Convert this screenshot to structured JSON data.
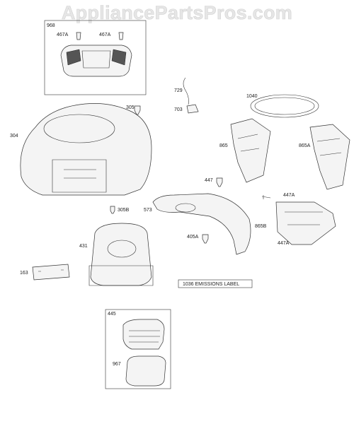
{
  "watermark": "AppliancePartsPros.com",
  "labels": {
    "p968": "968",
    "p467a_left": "467A",
    "p467a_right": "467A",
    "p729": "729",
    "p703": "703",
    "p1040": "1040",
    "p305": "305",
    "p304": "304",
    "p865": "865",
    "p865a": "865A",
    "p447": "447",
    "p447a_top": "447A",
    "p447a_bottom": "447A",
    "p573": "573",
    "p305b": "305B",
    "p865b": "865B",
    "p405a": "405A",
    "p431": "431",
    "p163": "163",
    "p1036": "1036 EMISSIONS LABEL",
    "p445": "445",
    "p967": "967"
  }
}
